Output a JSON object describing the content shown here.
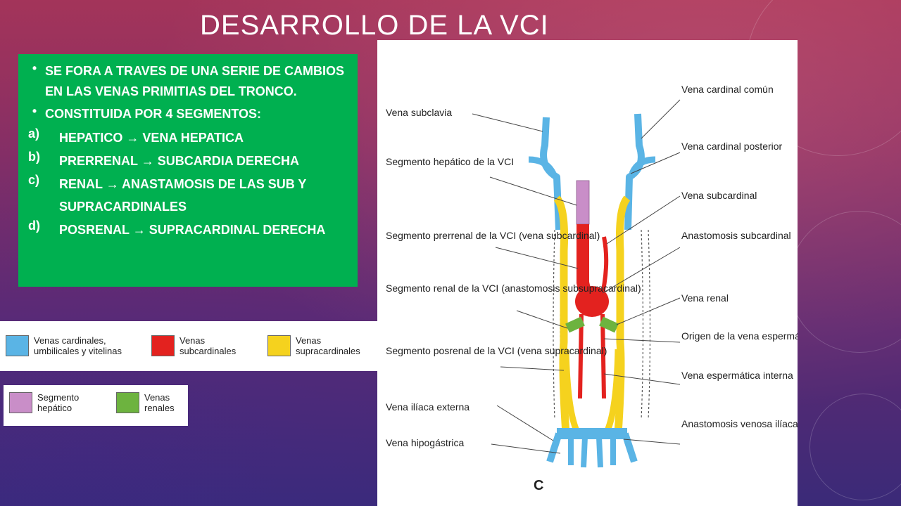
{
  "title": "DESARROLLO DE LA VCI",
  "text_box": {
    "bullets": [
      "SE FORA A TRAVES DE UNA SERIE DE CAMBIOS EN  LAS VENAS PRIMITIAS DEL TRONCO.",
      "CONSTITUIDA POR 4 SEGMENTOS:"
    ],
    "segments": [
      {
        "marker": "a)",
        "name": "HEPATICO",
        "arrow": "→",
        "target": "VENA HEPATICA"
      },
      {
        "marker": "b)",
        "name": "PRERRENAL",
        "arrow": "→",
        "target": "SUBCARDIA DERECHA"
      },
      {
        "marker": "c)",
        "name": "RENAL",
        "arrow": "→",
        "target": "ANASTAMOSIS DE LAS SUB Y SUPRACARDINALES"
      },
      {
        "marker": "d)",
        "name": "POSRENAL",
        "arrow": "→",
        "target": "SUPRACARDINAL DERECHA"
      }
    ]
  },
  "legend": [
    {
      "label": "Venas cardinales, umbilicales y vitelinas",
      "color": "#5ab4e5"
    },
    {
      "label": "Venas subcardinales",
      "color": "#e3221f"
    },
    {
      "label": "Venas supracardinales",
      "color": "#f5d21e"
    },
    {
      "label": "Segmento hepático",
      "color": "#c98ec8"
    },
    {
      "label": "Venas renales",
      "color": "#6db33f"
    }
  ],
  "diagram": {
    "left_labels": [
      "Vena subclavia",
      "Segmento hepático de la VCI",
      "Segmento prerrenal de la VCI (vena subcardinal)",
      "Segmento renal de la VCI (anastomosis subsupracardinal)",
      "Segmento posrenal de la VCI (vena supracardinal)",
      "Vena ilíaca externa",
      "Vena hipogástrica"
    ],
    "right_labels": [
      "Vena cardinal común",
      "Vena cardinal posterior",
      "Vena subcardinal",
      "Anastomosis subcardinal",
      "Vena renal",
      "Origen de la vena espermática interna",
      "Vena espermática interna",
      "Anastomosis venosa ilíaca de las venas cardinales posteriores"
    ],
    "panel_letter": "C"
  }
}
